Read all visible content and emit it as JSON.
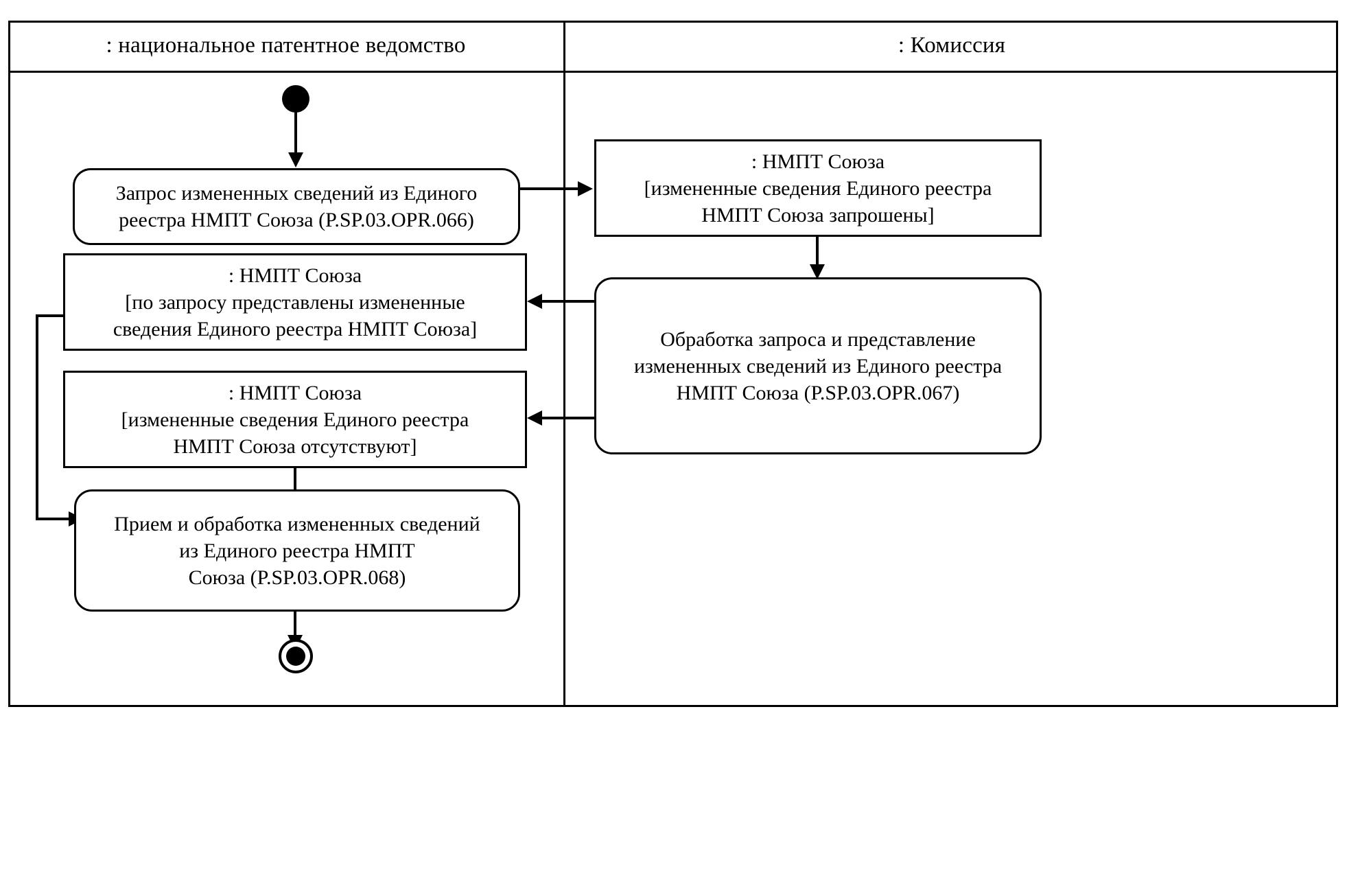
{
  "diagram": {
    "type": "uml-activity-diagram",
    "lanes": [
      {
        "id": "lane-left",
        "title": ": национальное патентное ведомство"
      },
      {
        "id": "lane-right",
        "title": ": Комиссия"
      }
    ],
    "nodes": [
      {
        "id": "start",
        "kind": "initial-node",
        "lane": "lane-left",
        "label": ""
      },
      {
        "id": "activity-request",
        "kind": "activity",
        "lane": "lane-left",
        "line1": "Запрос измененных сведений из Единого",
        "line2": "реестра НМПТ Союза (P.SP.03.OPR.066)"
      },
      {
        "id": "object-requested",
        "kind": "object-node",
        "lane": "lane-right",
        "line1": ": НМПТ Союза",
        "line2": "[измененные сведения Единого реестра",
        "line3": "НМПТ Союза запрошены]"
      },
      {
        "id": "activity-process",
        "kind": "activity",
        "lane": "lane-right",
        "line1": "Обработка запроса и представление",
        "line2": "измененных сведений из Единого реестра",
        "line3": "НМПТ Союза (P.SP.03.OPR.067)"
      },
      {
        "id": "object-provided",
        "kind": "object-node",
        "lane": "lane-left",
        "line1": ": НМПТ Союза",
        "line2": "[по запросу представлены измененные",
        "line3": "сведения Единого реестра НМПТ Союза]"
      },
      {
        "id": "object-absent",
        "kind": "object-node",
        "lane": "lane-left",
        "line1": ": НМПТ Союза",
        "line2": "[измененные сведения Единого реестра",
        "line3": "НМПТ Союза отсутствуют]"
      },
      {
        "id": "activity-receive",
        "kind": "activity",
        "lane": "lane-left",
        "line1": "Прием и обработка измененных сведений",
        "line2": "из Единого реестра НМПТ",
        "line3": "Союза (P.SP.03.OPR.068)"
      },
      {
        "id": "end",
        "kind": "final-node",
        "lane": "lane-left",
        "label": ""
      }
    ],
    "edges": [
      {
        "from": "start",
        "to": "activity-request",
        "direction": "down"
      },
      {
        "from": "activity-request",
        "to": "object-requested",
        "direction": "right"
      },
      {
        "from": "object-requested",
        "to": "activity-process",
        "direction": "down"
      },
      {
        "from": "activity-process",
        "to": "object-provided",
        "direction": "left"
      },
      {
        "from": "activity-process",
        "to": "object-absent",
        "direction": "left"
      },
      {
        "from": "object-provided",
        "to": "activity-receive",
        "direction": "left-around-down"
      },
      {
        "from": "object-absent",
        "to": "activity-receive",
        "direction": "down"
      },
      {
        "from": "activity-receive",
        "to": "end",
        "direction": "down"
      }
    ],
    "colors": {
      "stroke": "#000000",
      "background": "#ffffff",
      "text": "#000000"
    }
  }
}
